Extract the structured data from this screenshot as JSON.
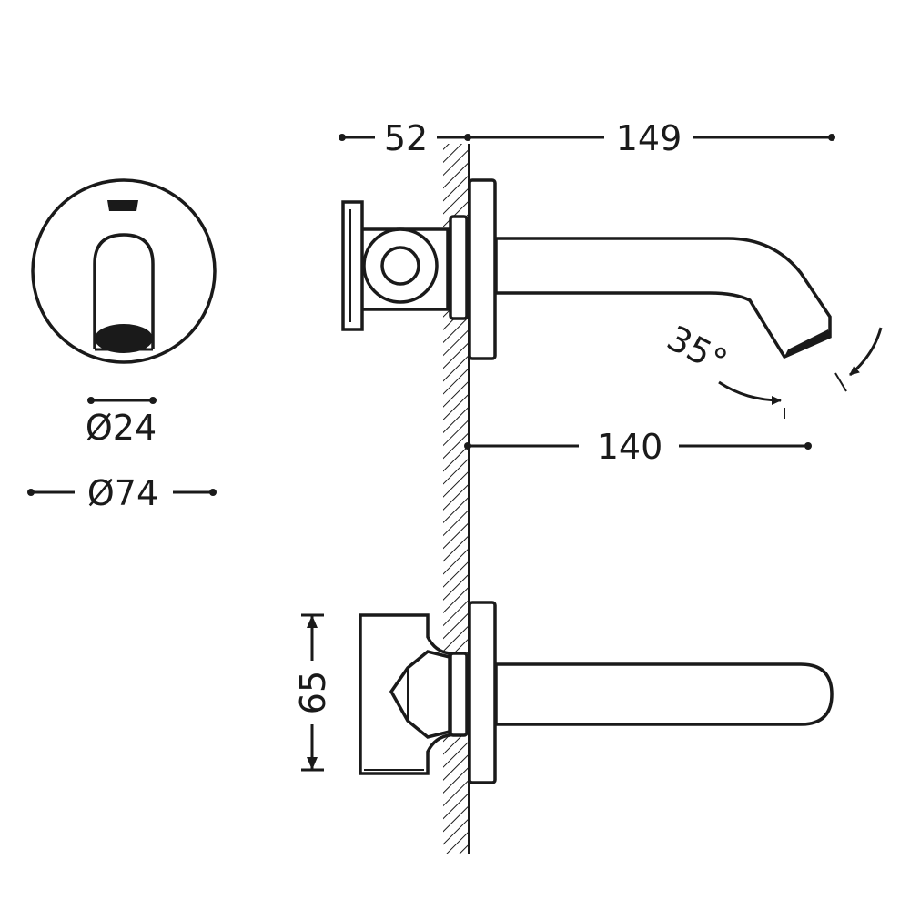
{
  "drawing": {
    "line_color": "#1a1a1a",
    "background": "#ffffff",
    "dimensions": {
      "wall_projection": "52",
      "spout_total": "149",
      "spout_reach": "140",
      "angle": "35°",
      "handle_height": "65",
      "outlet_diameter": "Ø24",
      "plate_diameter": "Ø74"
    }
  }
}
